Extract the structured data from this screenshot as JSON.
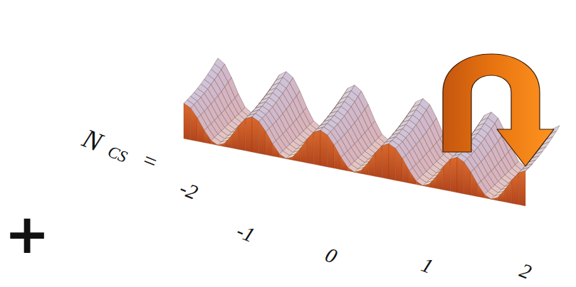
{
  "diagram": {
    "labels": [
      "+",
      "N",
      "CS",
      "=",
      "-2",
      "-1",
      "0",
      "1",
      "2"
    ]
  }
}
